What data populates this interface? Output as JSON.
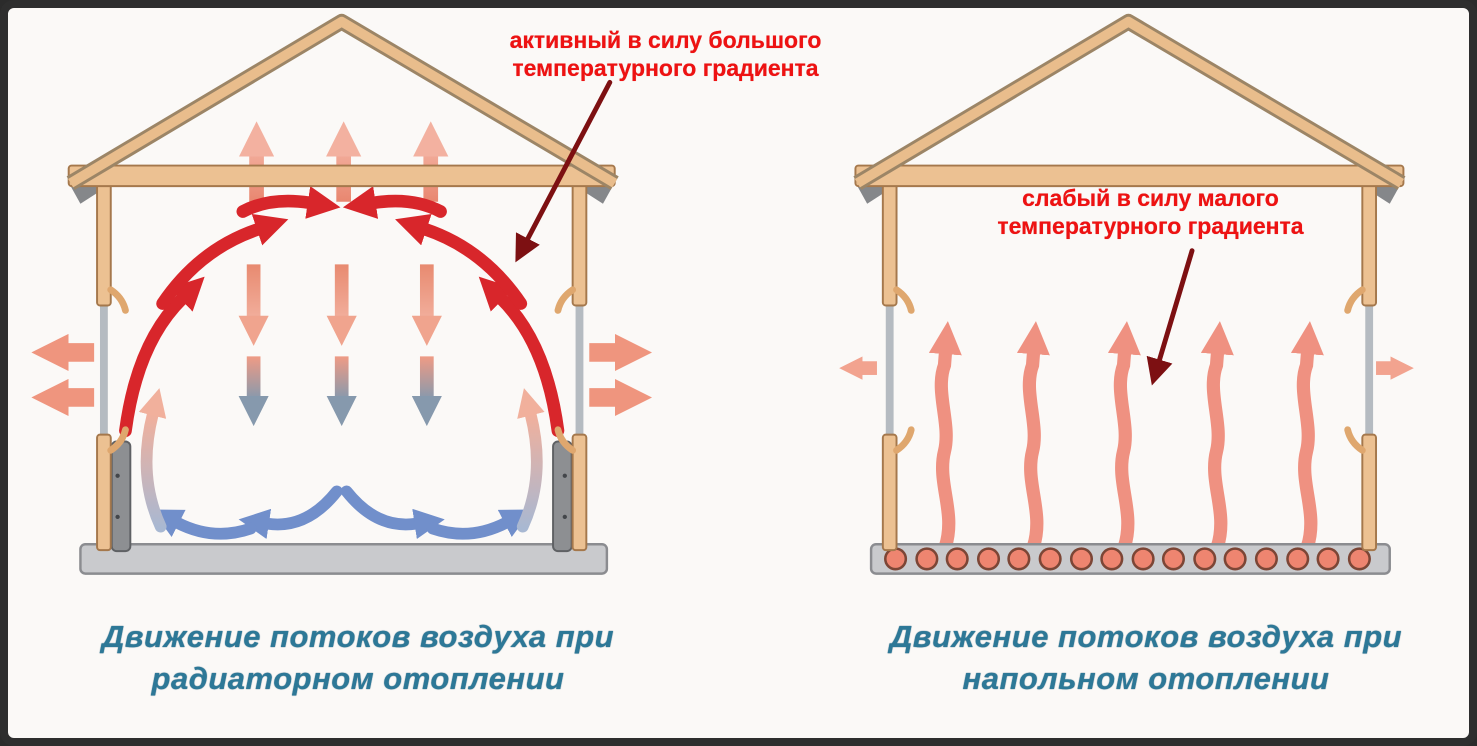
{
  "diagram": {
    "type": "comparison-illustration",
    "subject": "движение потоков воздуха: радиаторное против напольного отопления"
  },
  "panels": {
    "left": {
      "annotation": {
        "line1": "активный в силу большого",
        "line2": "температурного градиента"
      },
      "caption": {
        "line1": "Движение потоков воздуха при",
        "line2": "радиаторном отоплении"
      },
      "house": {
        "heating_type": "radiator",
        "ceiling_loss_arrows": 3,
        "wall_loss_arrows_per_side": 2,
        "radiators": 2,
        "convection_cells": 2,
        "downdraft_columns": 3
      }
    },
    "right": {
      "annotation": {
        "line1": "слабый в силу малого",
        "line2": "температурного градиента"
      },
      "caption": {
        "line1": "Движение потоков воздуха при",
        "line2": "напольном отоплении"
      },
      "house": {
        "heating_type": "floor",
        "rising_heat_arrows": 5,
        "wall_loss_arrows_per_side": 1,
        "floor_pipes": 16
      }
    }
  },
  "colors": {
    "hot_flow_red": "#d8262b",
    "warm_salmon": "#ef957e",
    "cool_blue": "#718fcb",
    "slate_transition": "#8699ad",
    "annotation_text_red": "#ee1212",
    "annotation_arrow_dark_red": "#7d1012",
    "caption_teal": "#2d7897",
    "house_frame_tan": "#ecc192",
    "structure_gray": "#c9cacd",
    "background": "#fbf9f7"
  }
}
